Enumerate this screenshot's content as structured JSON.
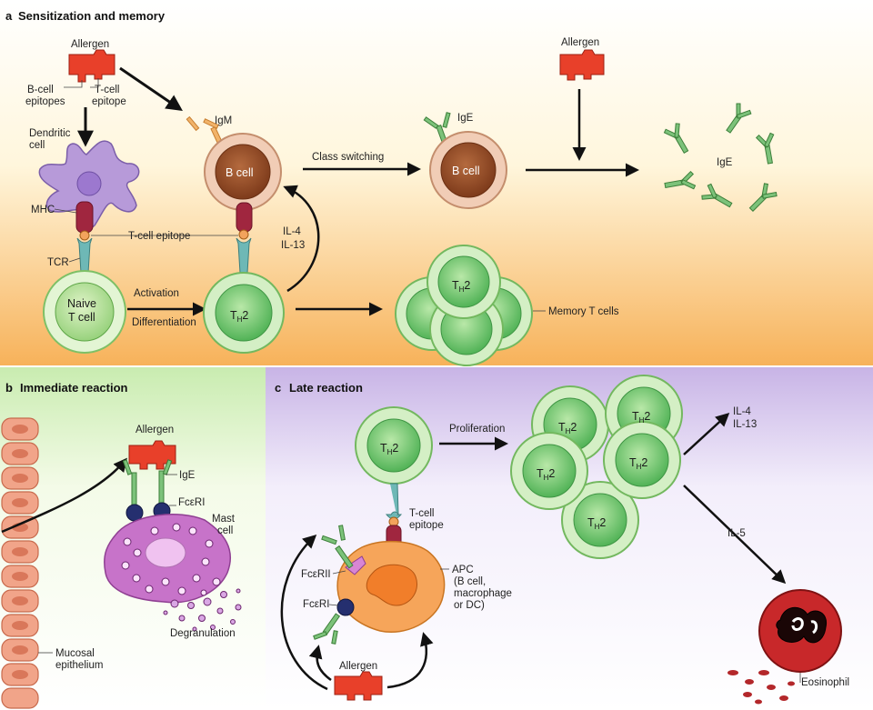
{
  "panels": {
    "a": {
      "letter": "a",
      "title": "Sensitization and memory"
    },
    "b": {
      "letter": "b",
      "title": "Immediate reaction"
    },
    "c": {
      "letter": "c",
      "title": "Late reaction"
    }
  },
  "labels": {
    "allergen": "Allergen",
    "b_cell_epitopes_1": "B-cell",
    "b_cell_epitopes_2": "epitopes",
    "t_cell_epitope_a_1": "T-cell",
    "t_cell_epitope_a_2": "epitope",
    "dendritic_1": "Dendritic",
    "dendritic_2": "cell",
    "mhc": "MHC",
    "t_cell_epitope": "T-cell epitope",
    "tcr": "TCR",
    "naive_1": "Naive",
    "naive_2": "T cell",
    "activation": "Activation",
    "differentiation": "Differentiation",
    "igm": "IgM",
    "b_cell": "B cell",
    "il4": "IL-4",
    "il13": "IL-13",
    "class_switching": "Class switching",
    "ige": "IgE",
    "memory_t_cells": "Memory T cells",
    "th_main": "T",
    "th_sub": "H",
    "th_two": "2",
    "fceri": "FcεRI",
    "fcerii": "FcεRII",
    "mast_1": "Mast",
    "mast_2": "cell",
    "degranulation": "Degranulation",
    "mucosal_1": "Mucosal",
    "mucosal_2": "epithelium",
    "proliferation": "Proliferation",
    "il5": "IL-5",
    "apc_1": "APC",
    "apc_2": "(B cell,",
    "apc_3": "macrophage",
    "apc_4": "or DC)",
    "t_cell_epitope_c_1": "T-cell",
    "t_cell_epitope_c_2": "epitope",
    "eosinophil": "Eosinophil"
  },
  "colors": {
    "panel_a_top": "#ffffff",
    "panel_a_bottom": "#f7b25a",
    "panel_b_top": "#c9ecb0",
    "panel_c_top": "#c8b4e6",
    "allergen": "#e8402a",
    "antibody": "#6fb46a",
    "th2_cell": "#6cc56c",
    "b_cell": "#9a4f2c",
    "dendritic": "#b79ad9",
    "mast_cell": "#c773c9",
    "apc": "#f6a55a",
    "eosinophil": "#c8282a",
    "epithelium": "#f1a489",
    "mhc": "#a0263f",
    "tcr": "#6eb8b6"
  }
}
